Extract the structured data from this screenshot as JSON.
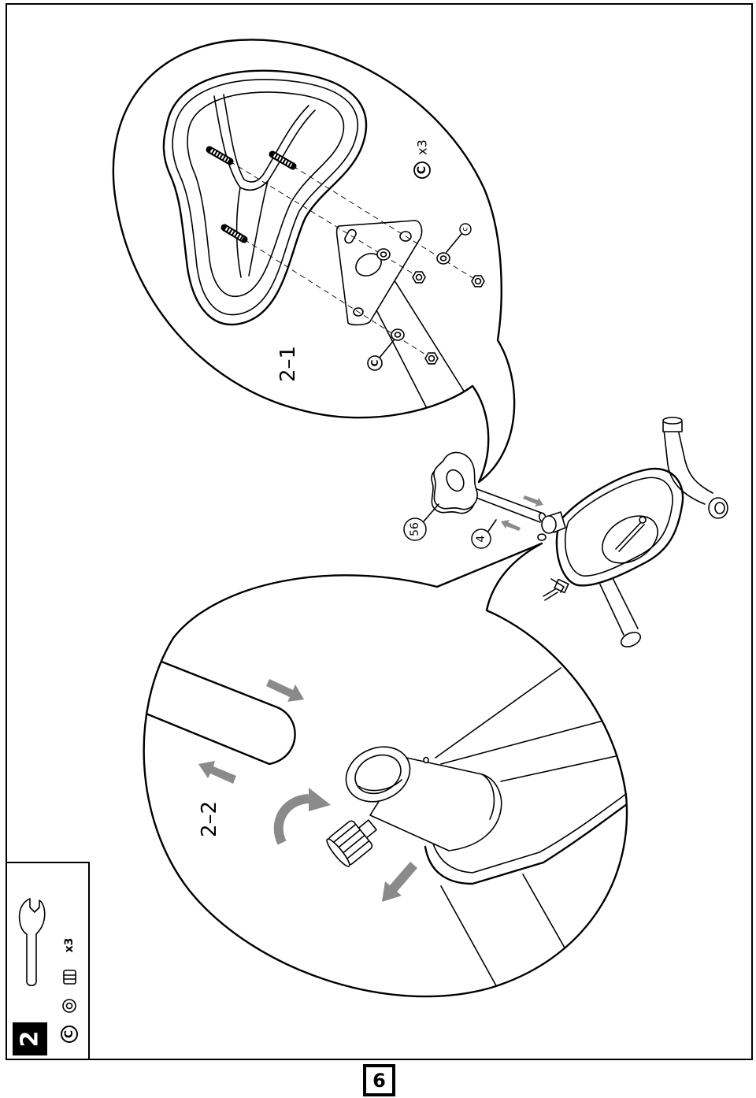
{
  "page_number": "6",
  "step": {
    "number": "2"
  },
  "hardware_panel": {
    "part_letter": "C",
    "quantity": "x3",
    "icons": [
      "wrench-icon",
      "washer-icon",
      "nut-icon"
    ]
  },
  "detail_2_1": {
    "label": "2–1",
    "legend_letter": "C",
    "legend_quantity": "x3",
    "callout_upper": "c",
    "callout_lower": "C"
  },
  "detail_2_2": {
    "label": "2–2"
  },
  "part_callouts": {
    "knob": "56",
    "seat_post": "4"
  },
  "colors": {
    "line": "#000000",
    "arrow": "#8a8a8a",
    "paper": "#ffffff"
  }
}
